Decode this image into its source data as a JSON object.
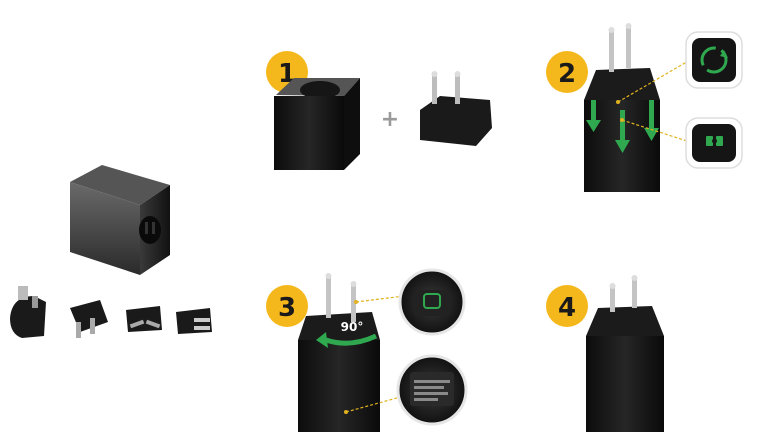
{
  "steps": [
    {
      "number": "1"
    },
    {
      "number": "2"
    },
    {
      "number": "3"
    },
    {
      "number": "4"
    }
  ],
  "step1": {
    "plus_symbol": "+"
  },
  "step3": {
    "rotation_label": "90°"
  },
  "colors": {
    "badge": "#f5b81c",
    "arrow": "#2fa84f",
    "leader": "#e0b21f",
    "device": "#141414"
  },
  "icons": [
    "rotate-icon",
    "lock-icon",
    "certification-label-icon"
  ]
}
